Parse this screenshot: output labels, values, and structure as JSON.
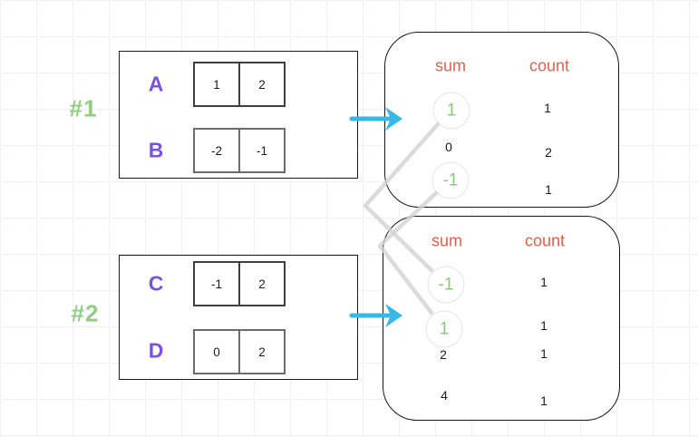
{
  "colors": {
    "purple": "#7A52E3",
    "label-green": "#8FCE7E",
    "value-green": "#8CC87C",
    "orange": "#E2604B",
    "cyan": "#38B8E8",
    "connector": "#D2D2D2",
    "circle-border": "#E5E5E5",
    "ink": "#1A1A1A"
  },
  "examples": [
    {
      "tag": "#1",
      "arrays": [
        {
          "name": "A",
          "cells": [
            "1",
            "2"
          ]
        },
        {
          "name": "B",
          "cells": [
            "-2",
            "-1"
          ]
        }
      ],
      "table": {
        "sum_label": "sum",
        "count_label": "count",
        "rows": [
          {
            "sum": "1",
            "count": "1",
            "highlighted": true
          },
          {
            "sum": "0",
            "count": "2",
            "highlighted": false
          },
          {
            "sum": "-1",
            "count": "1",
            "highlighted": true
          }
        ]
      }
    },
    {
      "tag": "#2",
      "arrays": [
        {
          "name": "C",
          "cells": [
            "-1",
            "2"
          ]
        },
        {
          "name": "D",
          "cells": [
            "0",
            "2"
          ]
        }
      ],
      "table": {
        "sum_label": "sum",
        "count_label": "count",
        "rows": [
          {
            "sum": "-1",
            "count": "1",
            "highlighted": true
          },
          {
            "sum": "1",
            "count": "1",
            "highlighted": true
          },
          {
            "sum": "2",
            "count": "1",
            "highlighted": false
          },
          {
            "sum": "4",
            "count": "1",
            "highlighted": false
          }
        ]
      }
    }
  ],
  "connections": [
    {
      "from": "example-1 sum 1",
      "to": "example-2 sum -1"
    },
    {
      "from": "example-1 sum -1",
      "to": "example-2 sum 1"
    }
  ]
}
